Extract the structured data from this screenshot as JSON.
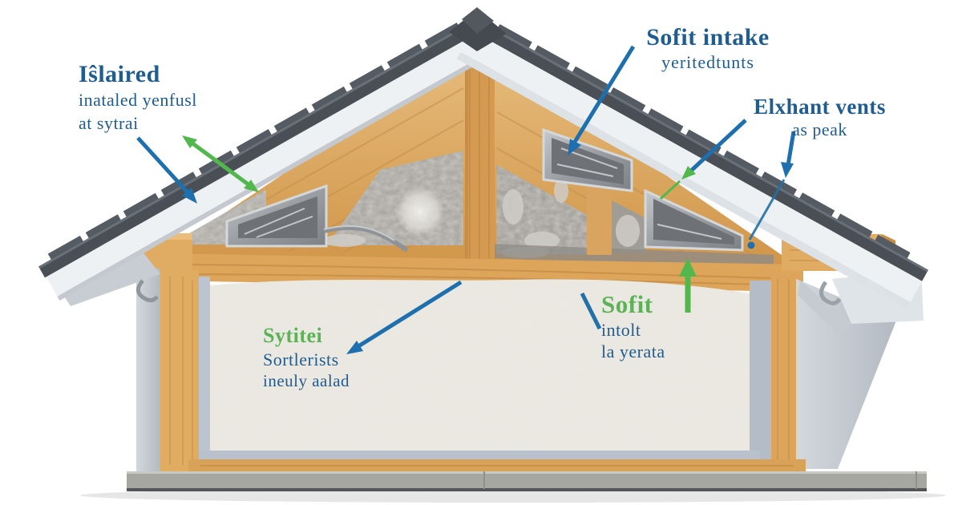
{
  "diagram": {
    "title_semantic": "attic-roof-ventilation-cross-section",
    "background_color": "#ffffff",
    "colors": {
      "label_blue": "#1f5c8f",
      "label_green": "#5cb356",
      "arrow_blue": "#1e6fad",
      "arrow_green": "#52b84d",
      "roof_shingle": "#4a4f56",
      "fascia_white": "#eef1f4",
      "wood": "#d9a45f",
      "insulation_white": "#ece9e3",
      "concrete": "#a9a9a3"
    },
    "labels": {
      "insulated_left": {
        "title": "Iŝlaired",
        "line2": "inataled yenfusl",
        "line3": "at sytrai"
      },
      "soffit_intake_top": {
        "title": "Sofit intake",
        "line2": "yeritedtunts"
      },
      "exhaust_vents_right": {
        "title": "Elxhant vents",
        "line2": "as peak"
      },
      "attic_insulation_mid": {
        "title": "Sytitei",
        "line2": "Sortlerists",
        "line3": "ineuly aalad"
      },
      "soffit_inlet_mid": {
        "title": "Sofit",
        "line2": "intolt",
        "line3": "la yerata"
      }
    },
    "arrows": [
      {
        "name": "arrow-to-left-roof",
        "color": "blue",
        "direction": "down-right"
      },
      {
        "name": "arrow-along-left-roof",
        "color": "green",
        "direction": "double-headed"
      },
      {
        "name": "arrow-to-center-vent",
        "color": "blue",
        "direction": "down-left"
      },
      {
        "name": "arrow-to-right-vent",
        "color": "blue-with-green-head",
        "direction": "down-left"
      },
      {
        "name": "arrow-to-right-roof-peak",
        "color": "blue",
        "direction": "down"
      },
      {
        "name": "arrow-up-from-wall",
        "color": "green",
        "direction": "up"
      },
      {
        "name": "arrow-to-insulation-label",
        "color": "blue",
        "direction": "down-left"
      }
    ],
    "parts": [
      "left-roof-slope",
      "right-roof-slope",
      "ridge-cap",
      "gable-framing",
      "king-post",
      "gable-vent-left",
      "gable-vent-center",
      "gable-vent-right",
      "duct-pipe",
      "attic-floor-beam",
      "wall-insulation",
      "wall-stud-left",
      "wall-stud-right",
      "bottom-plate",
      "foundation-slab",
      "soffit-left",
      "soffit-right",
      "gutter-hook-left",
      "gutter-hook-right"
    ]
  }
}
